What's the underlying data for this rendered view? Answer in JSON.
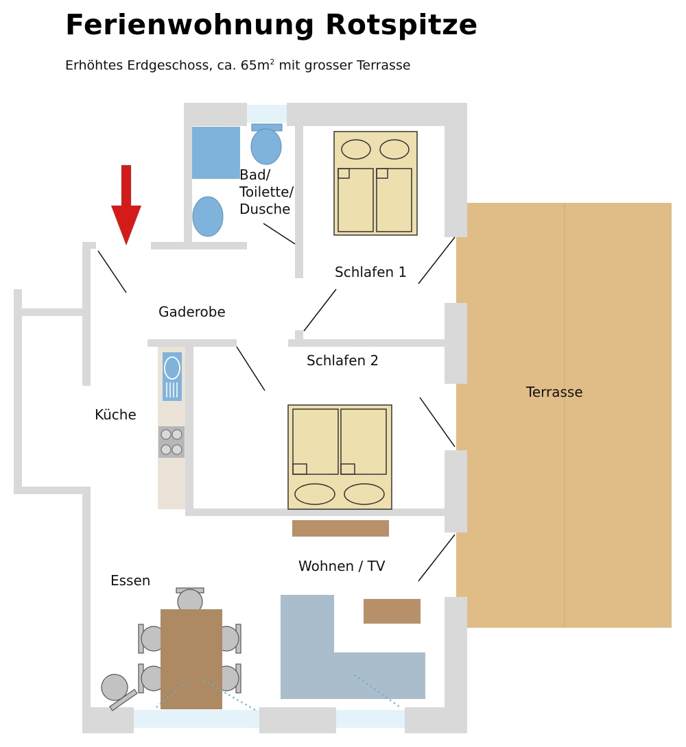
{
  "header": {
    "title": "Ferienwohnung Rotspitze",
    "subtitle_main": "Erhöhtes Erdgeschoss, ca. 65m",
    "subtitle_sup": "2",
    "subtitle_end": " mit grosser Terrasse"
  },
  "rooms": {
    "bad_line1": "Bad/",
    "bad_line2": "Toilette/",
    "bad_line3": "Dusche",
    "schlafen1": "Schlafen 1",
    "gaderobe": "Gaderobe",
    "schlafen2": "Schlafen 2",
    "kueche": "Küche",
    "terrasse": "Terrasse",
    "wohnen": "Wohnen / TV",
    "essen": "Essen"
  },
  "colors": {
    "wall": "#d9d9d9",
    "terrace": "#e0bd87",
    "bed": "#ede0ae",
    "bed_outline": "#333333",
    "furniture_wood": "#b8916a",
    "table": "#ad8a63",
    "sofa": "#a9bdcc",
    "sanitary": "#7fb3dc",
    "window": "#e4f2f9",
    "arrow": "#d51a1a",
    "kitchen": "#ebe2d8"
  },
  "icons": {
    "entrance": "arrow-down-icon",
    "stove": "stove-icon",
    "sink": "sink-icon",
    "toilet": "toilet-icon",
    "shower": "shower-icon",
    "basin": "washbasin-icon"
  }
}
